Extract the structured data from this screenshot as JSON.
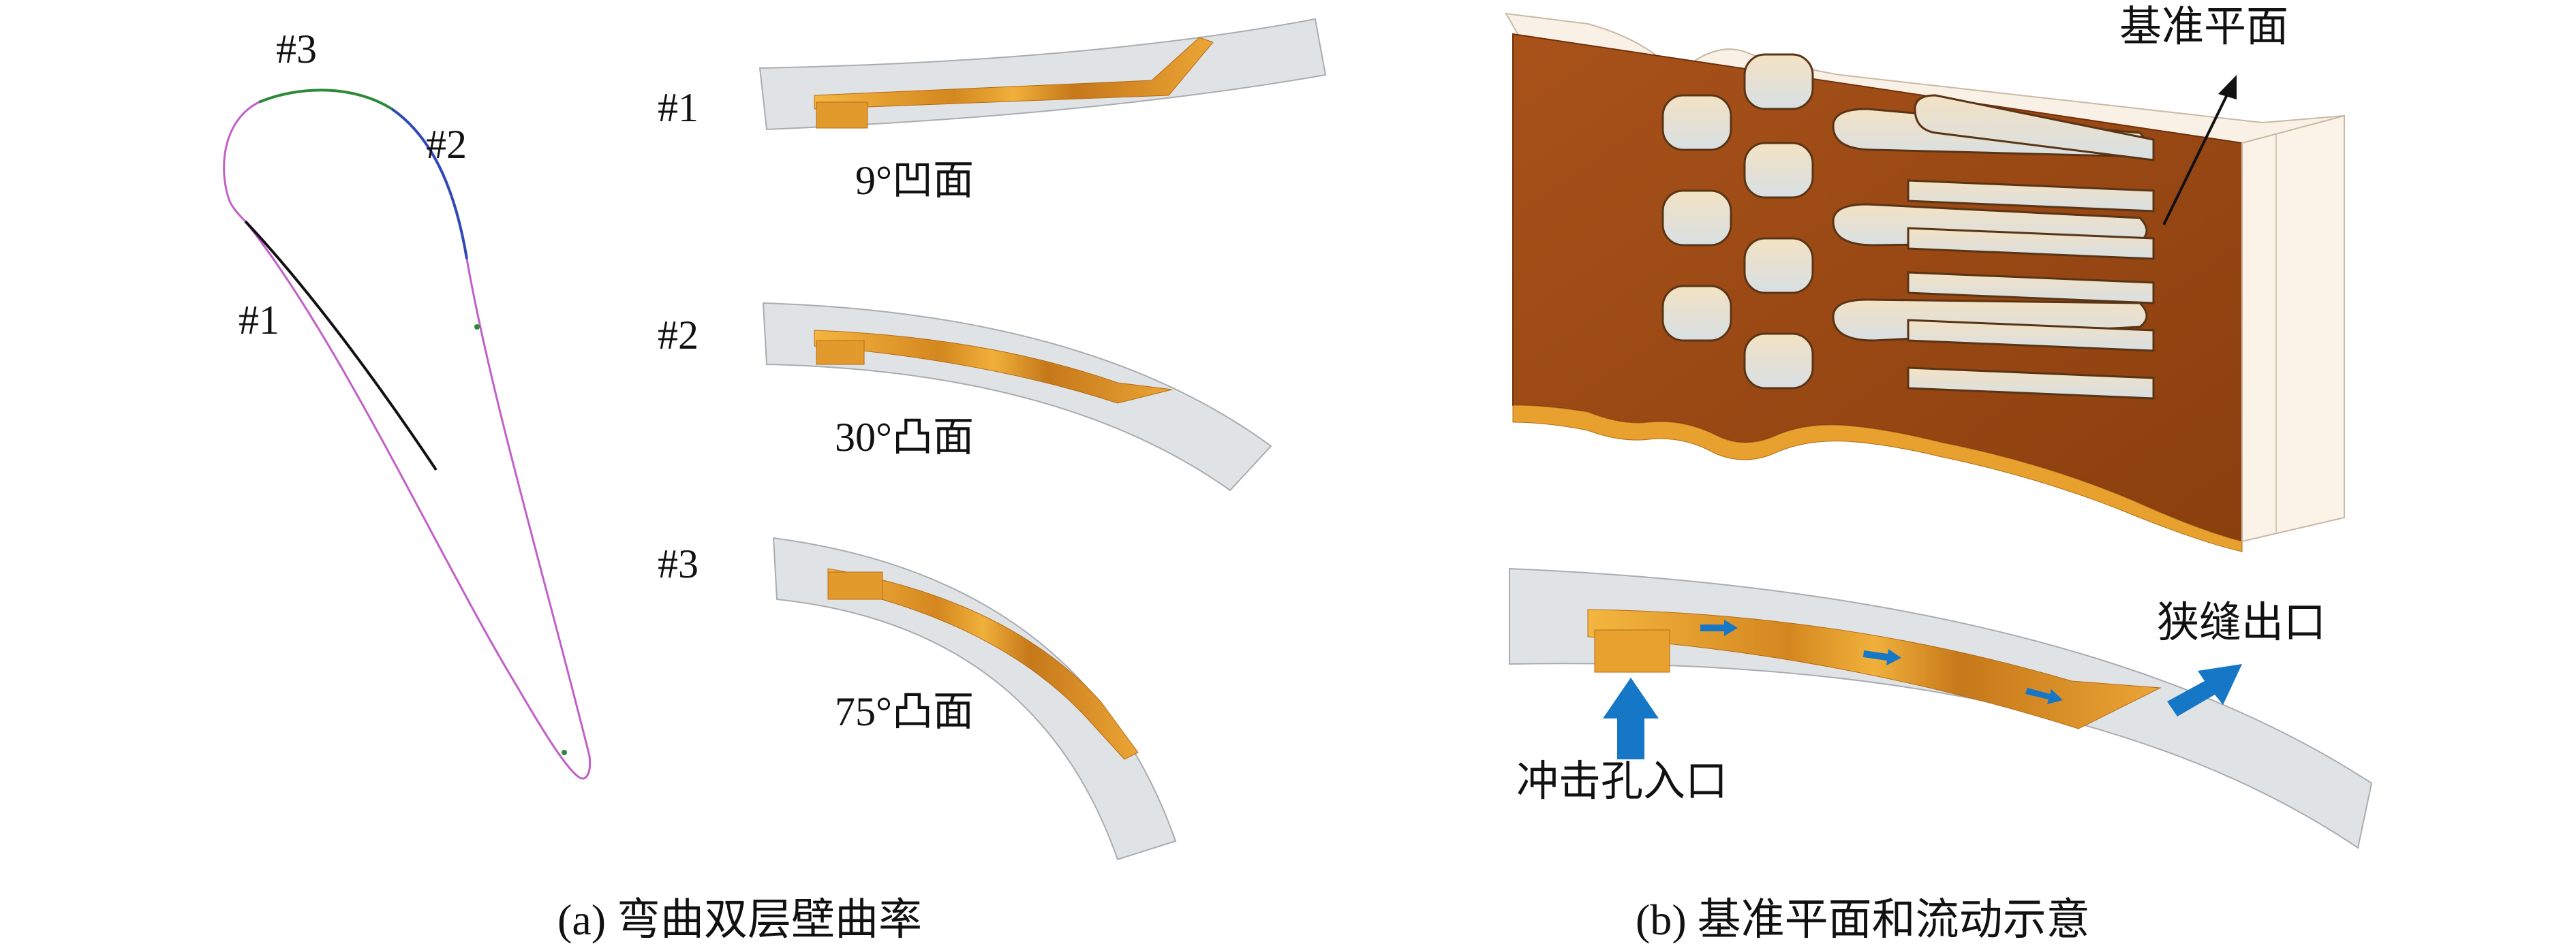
{
  "panel_a": {
    "airfoil_labels": {
      "p1": "#1",
      "p2": "#2",
      "p3": "#3"
    },
    "sections": [
      {
        "id": "#1",
        "angle": "9°凹面"
      },
      {
        "id": "#2",
        "angle": "30°凸面"
      },
      {
        "id": "#3",
        "angle": "75°凸面"
      }
    ],
    "caption": "(a) 弯曲双层壁曲率"
  },
  "panel_b": {
    "plane_label": "基准平面",
    "outlet_label": "狭缝出口",
    "inlet_label": "冲击孔入口",
    "caption": "(b) 基准平面和流动示意"
  },
  "colors": {
    "gray_wall": "#dfe3e6",
    "orange": "#e8a12f",
    "copper": "#9b4a12",
    "arrow_blue": "#1577c6",
    "curve_pink": "#c25fc9",
    "curve_black": "#111111",
    "curve_blue": "#3048b8",
    "curve_green": "#2d8a3a"
  }
}
